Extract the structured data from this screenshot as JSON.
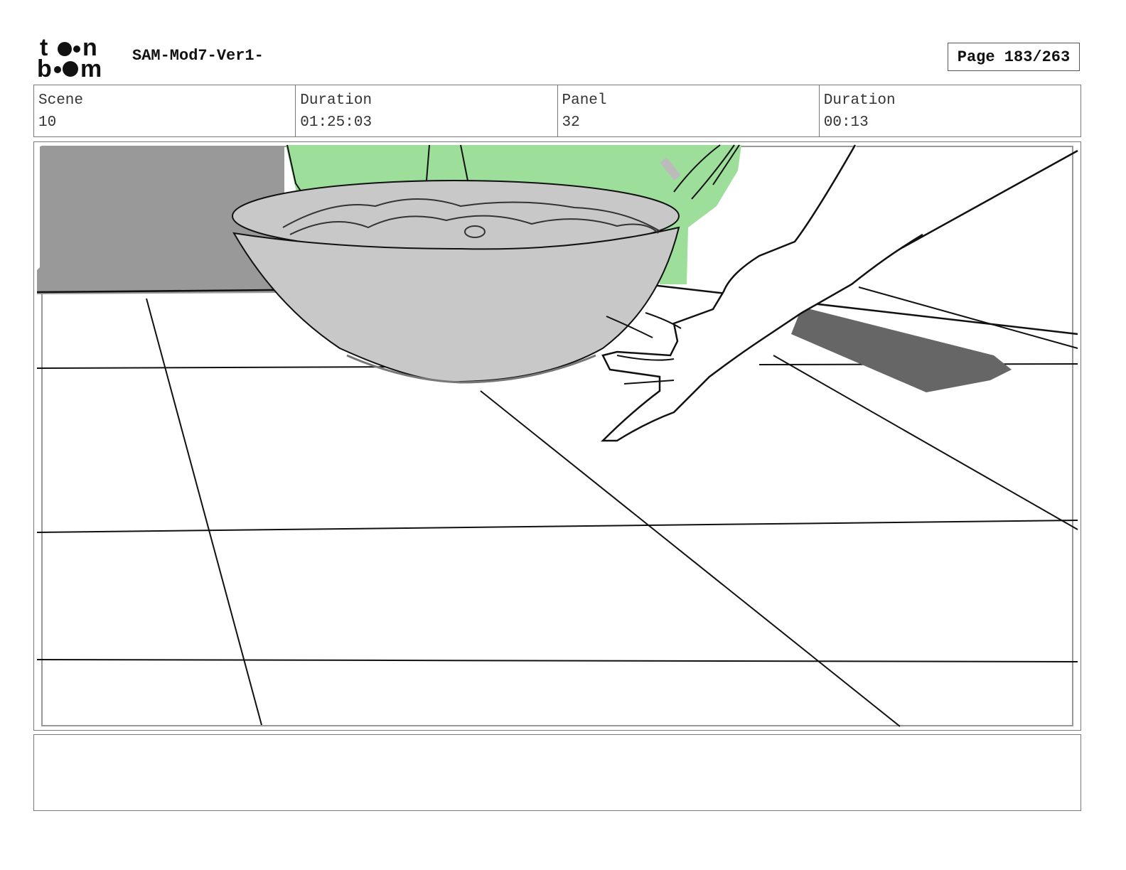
{
  "header": {
    "logo_text": "toon boom",
    "project_title": "SAM-Mod7-Ver1-",
    "page_label": "Page 183/263"
  },
  "info": {
    "scene_label": "Scene",
    "scene_value": "10",
    "duration_label": "Duration",
    "duration_value": "01:25:03",
    "panel_label": "Panel",
    "panel_value": "32",
    "panel_duration_label": "Duration",
    "panel_duration_value": "00:13"
  },
  "notes": {
    "text": ""
  },
  "colors": {
    "green": "#9ddf9a",
    "bowl": "#c8c8c8",
    "wall": "#999999",
    "dark_shape": "#666666"
  }
}
